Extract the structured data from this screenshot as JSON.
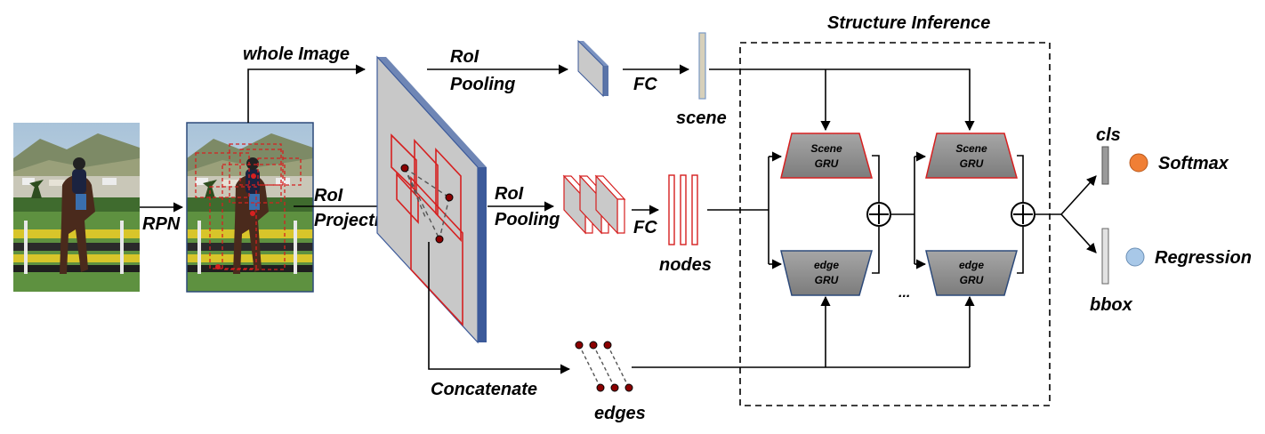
{
  "title": "Structure Inference",
  "labels": {
    "whole_image": "whole Image",
    "rpn": "RPN",
    "roi_projection_1": "RoI",
    "roi_projection_2": "Projection",
    "roi_pooling_top_1": "RoI",
    "roi_pooling_top_2": "Pooling",
    "roi_pooling_mid_1": "RoI",
    "roi_pooling_mid_2": "Pooling",
    "fc_top": "FC",
    "fc_mid": "FC",
    "scene": "scene",
    "nodes": "nodes",
    "edges": "edges",
    "concatenate": "Concatenate",
    "cls": "cls",
    "bbox": "bbox",
    "softmax": "Softmax",
    "regression": "Regression",
    "ellipsis": "..."
  },
  "gru": {
    "scene_line1": "Scene",
    "scene_line2": "GRU",
    "edge_line1": "edge",
    "edge_line2": "GRU"
  },
  "colors": {
    "softmax_dot": "#f07f35",
    "regression_dot": "#a8c8e8",
    "proposal_red": "#d62020",
    "gru_fill": "#8f8f8f",
    "feature_map_fill": "#c8c8c8",
    "feature_map_edge": "#3c5a9a"
  },
  "icons": [
    "photo-horse-rider",
    "photo-with-proposals",
    "plus-circle-icon"
  ]
}
